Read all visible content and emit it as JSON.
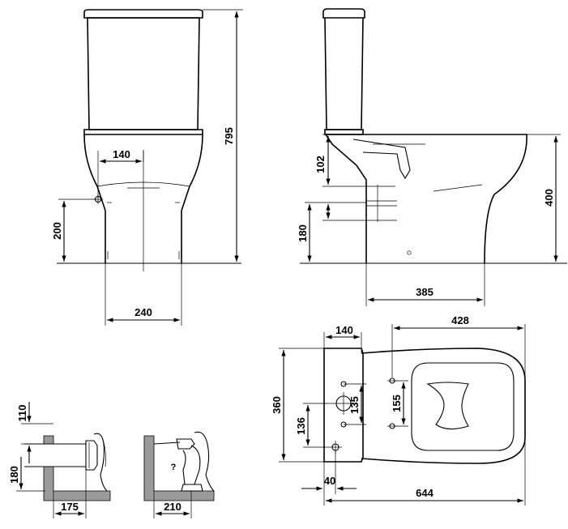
{
  "front_view": {
    "height_total": "795",
    "outlet_offset": "140",
    "inlet_height": "200",
    "foot_width": "240"
  },
  "side_view": {
    "connection_height": "102",
    "outlet_height": "180",
    "seat_height": "400",
    "outlet_distance": "385"
  },
  "top_view": {
    "tank_depth": "140",
    "bowl_length": "428",
    "width": "360",
    "hole_spacing_a": "135",
    "hole_spacing_b": "155",
    "fix_offset": "136",
    "edge_offset": "40",
    "total_length": "644"
  },
  "detail_horizontal": {
    "pipe_height_top": "110",
    "pipe_height": "180",
    "wall_distance": "175"
  },
  "detail_vertical": {
    "floor_distance": "210",
    "unknown_marker": "?"
  }
}
